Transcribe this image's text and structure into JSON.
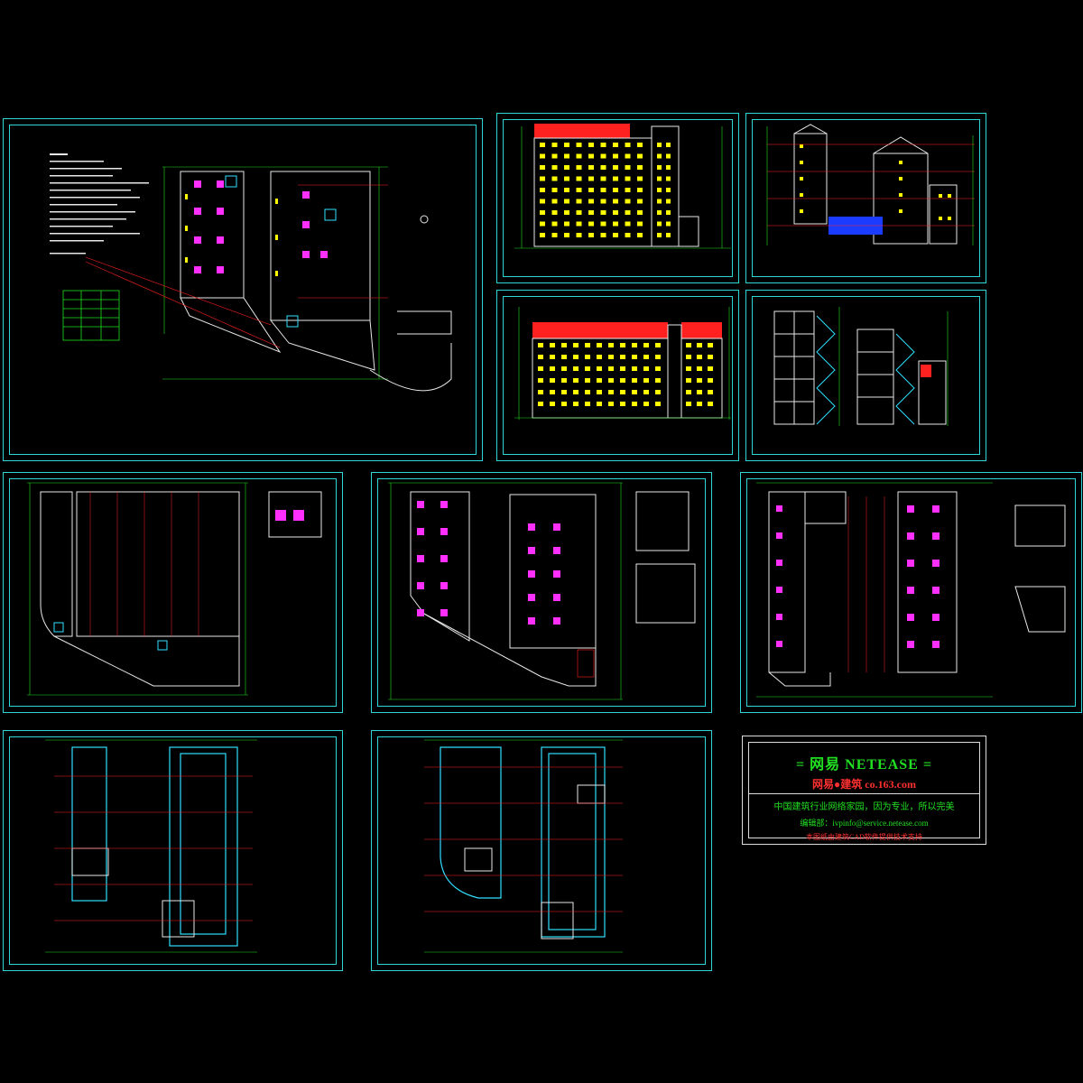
{
  "title_block": {
    "line1": "= 网易  NETEASE =",
    "line2": "网易●建筑    co.163.com",
    "line3": "中国建筑行业网络家园，因为专业，所以完美",
    "line4": "编辑部：ivpinfo@service.netease.com",
    "line5": "本图纸由建筑CAD软件提供技术支持"
  },
  "colors": {
    "frame": "#2fd6d6",
    "wall": "#e8e8e8",
    "dimension": "#21e021",
    "window": "#ffff00",
    "roof": "#ff2020",
    "room_accent": "#ff30ff",
    "axis": "#ff2020",
    "stair": "#30e0ff",
    "background": "#000000"
  },
  "sheets": [
    {
      "id": "site-plan-notes"
    },
    {
      "id": "front-elevation"
    },
    {
      "id": "side-elevation"
    },
    {
      "id": "rear-elevation"
    },
    {
      "id": "section"
    },
    {
      "id": "ground-floor-plan"
    },
    {
      "id": "typical-floor-plan"
    },
    {
      "id": "upper-floor-plan"
    },
    {
      "id": "roof-plan-a"
    },
    {
      "id": "roof-plan-b"
    }
  ]
}
